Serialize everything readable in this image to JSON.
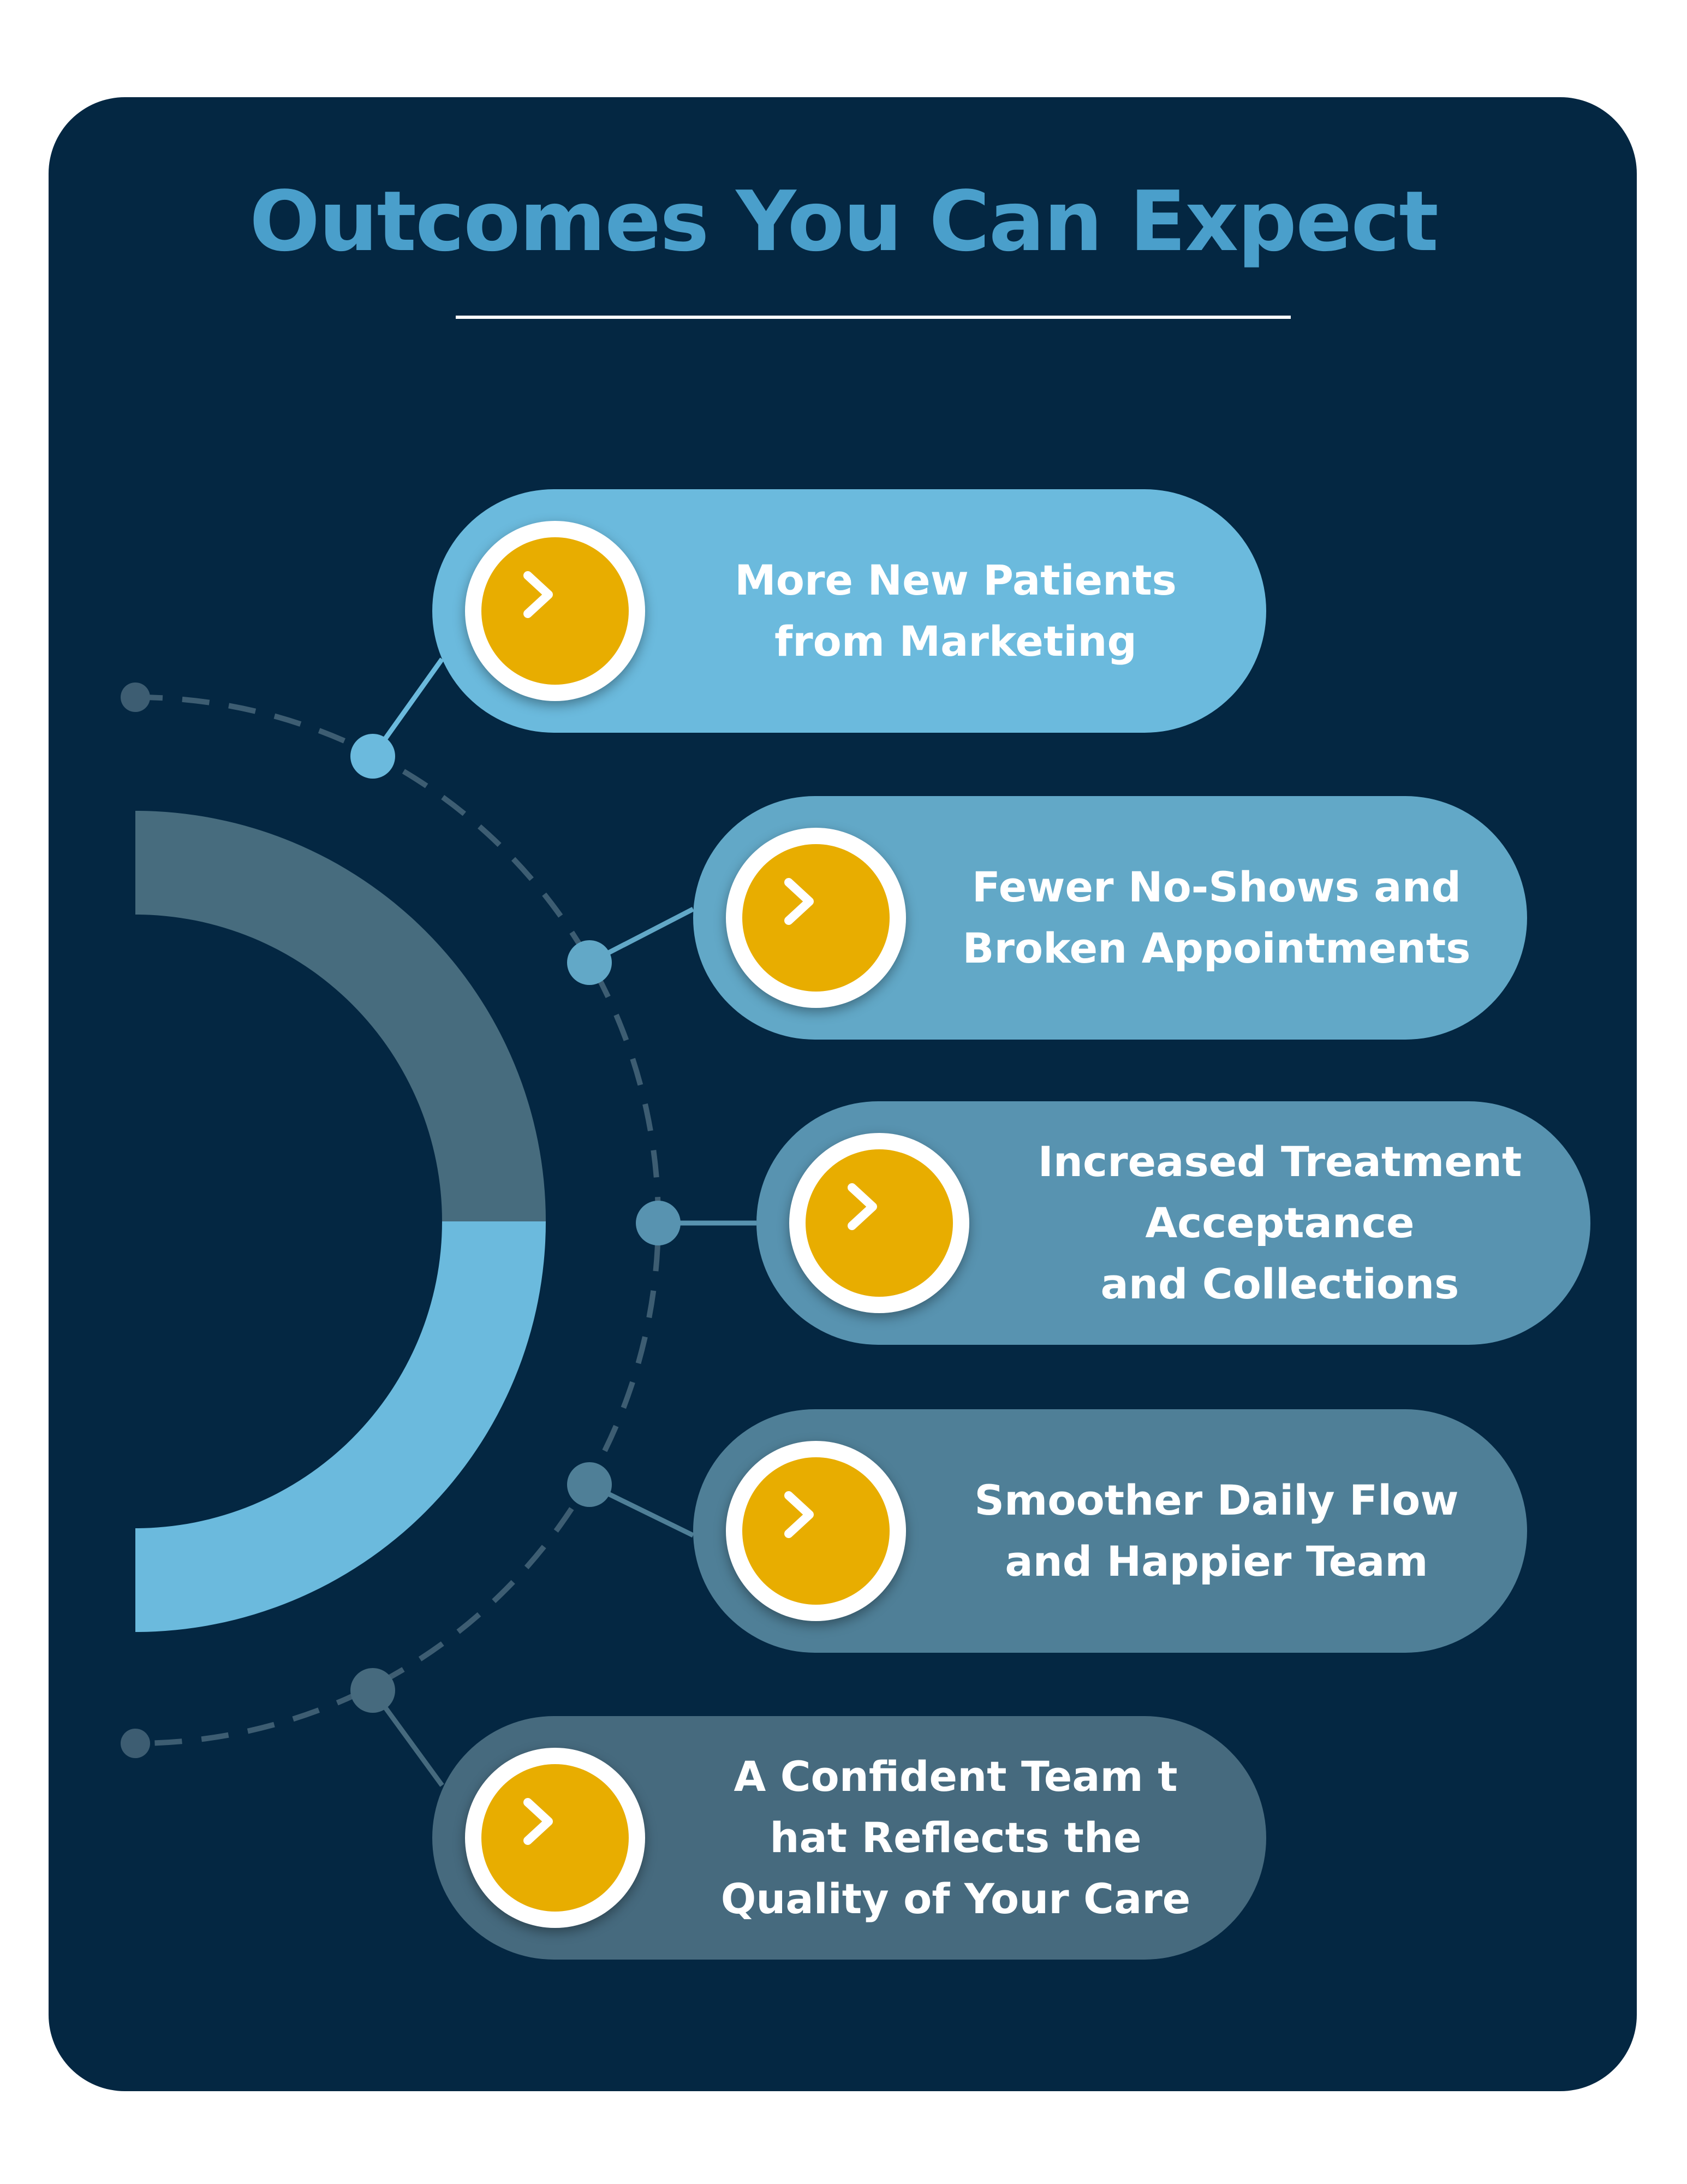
{
  "title": "Outcomes You Can Expect",
  "colors": {
    "background": "#042742",
    "title": "#4a9fcb",
    "badge": "#e8ad00",
    "arc_top": "#476c7e",
    "arc_bottom": "#6bbadd",
    "connector": "#3d5d72"
  },
  "outcomes": [
    {
      "label": "More New Patients\nfrom Marketing",
      "icon": "chevron-right-icon",
      "color": "#6bbadd"
    },
    {
      "label": "Fewer No-Shows and\nBroken Appointments",
      "icon": "chevron-right-icon",
      "color": "#62a8c7"
    },
    {
      "label": "Increased Treatment\nAcceptance\n and Collections",
      "icon": "chevron-right-icon",
      "color": "#5893b0"
    },
    {
      "label": "Smoother Daily Flow\nand Happier Team",
      "icon": "chevron-right-icon",
      "color": "#4f7f97"
    },
    {
      "label": "A Confident Team t\nhat Reflects the\nQuality of Your Care",
      "icon": "chevron-right-icon",
      "color": "#466a7e"
    }
  ]
}
